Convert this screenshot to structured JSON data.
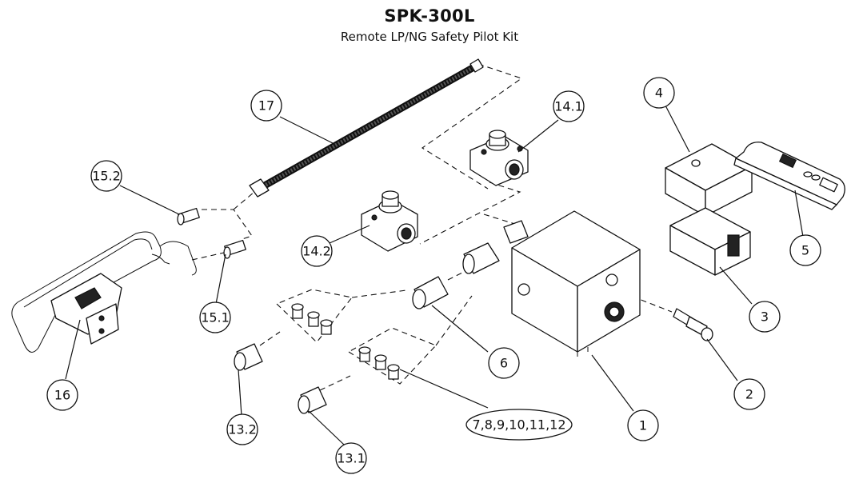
{
  "header": {
    "title": "SPK-300L",
    "subtitle": "Remote LP/NG Safety Pilot Kit"
  },
  "callouts": [
    {
      "id": "c17",
      "label": "17"
    },
    {
      "id": "c14_1",
      "label": "14.1"
    },
    {
      "id": "c4",
      "label": "4"
    },
    {
      "id": "c15_2",
      "label": "15.2"
    },
    {
      "id": "c5",
      "label": "5"
    },
    {
      "id": "c14_2",
      "label": "14.2"
    },
    {
      "id": "c15_1",
      "label": "15.1"
    },
    {
      "id": "c3",
      "label": "3"
    },
    {
      "id": "c6",
      "label": "6"
    },
    {
      "id": "c16",
      "label": "16"
    },
    {
      "id": "c2",
      "label": "2"
    },
    {
      "id": "c7_12",
      "label": "7,8,9,10,11,12"
    },
    {
      "id": "c1",
      "label": "1"
    },
    {
      "id": "c13_2",
      "label": "13.2"
    },
    {
      "id": "c13_1",
      "label": "13.1"
    }
  ]
}
